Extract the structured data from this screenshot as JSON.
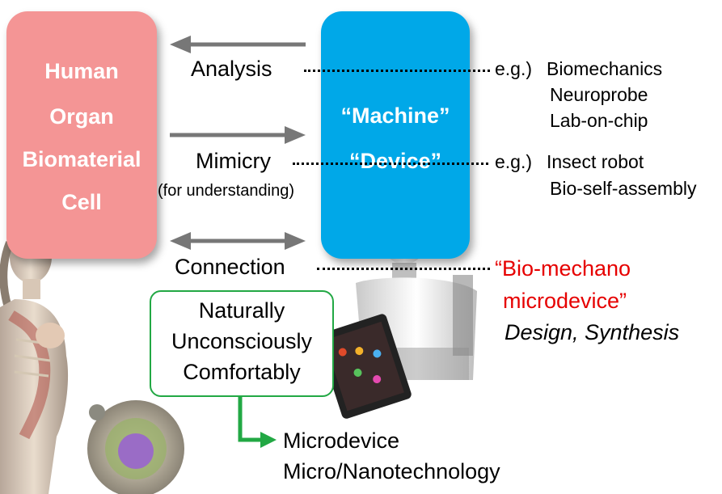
{
  "human_box": {
    "lines": [
      "Human",
      "Organ",
      "Biomaterial",
      "Cell"
    ],
    "color": "#f49595"
  },
  "machine_box": {
    "lines": [
      "“Machine”",
      "“Device”"
    ],
    "color": "#00a8e8"
  },
  "relations": {
    "analysis": "Analysis",
    "mimicry": "Mimicry",
    "mimicry_sub": "(for understanding)",
    "connection": "Connection"
  },
  "examples": {
    "analysis_prefix": "e.g.)",
    "analysis_items": [
      "Biomechanics",
      "Neuroprobe",
      "Lab-on-chip"
    ],
    "mimicry_prefix": "e.g.)",
    "mimicry_items": [
      "Insect robot",
      "Bio-self-assembly"
    ],
    "connection_title_1": "“Bio-mechano",
    "connection_title_2": "microdevice”",
    "connection_sub": "Design, Synthesis"
  },
  "qualities": [
    "Naturally",
    "Unconsciously",
    "Comfortably"
  ],
  "outcome": [
    "Microdevice",
    "Micro/Nanotechnology"
  ],
  "colors": {
    "arrow": "#777777",
    "green": "#22a844",
    "red": "#e60000"
  }
}
